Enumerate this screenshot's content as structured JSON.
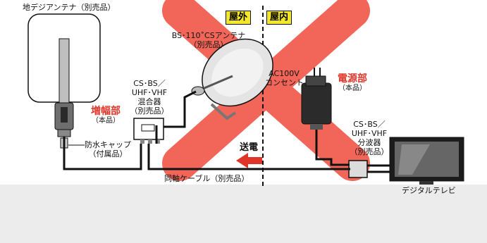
{
  "zones": {
    "outdoor": "屋外",
    "indoor": "屋内"
  },
  "terrestrial_antenna": {
    "label": "地デジアンテナ（別売品）"
  },
  "satellite_antenna": {
    "line1": "BS･110˚CSアンテナ",
    "line2": "（別売品）"
  },
  "amplifier": {
    "name": "増幅部",
    "note": "（本品）"
  },
  "waterproof_cap": {
    "line1": "防水キャップ",
    "line2": "（付属品）"
  },
  "mixer": {
    "line1": "CS･BS／",
    "line2": "UHF･VHF",
    "line3": "混合器",
    "line4": "（別売品）"
  },
  "outlet": {
    "line1": "AC100V",
    "line2": "コンセント"
  },
  "power_unit": {
    "name": "電源部",
    "note": "（本品）"
  },
  "splitter": {
    "line1": "CS･BS／",
    "line2": "UHF･VHF",
    "line3": "分波器",
    "line4": "（別売品）"
  },
  "tv": {
    "label": "デジタルテレビ"
  },
  "power_feed": {
    "label": "送電"
  },
  "cable": {
    "label": "同軸ケーブル（別売品）"
  },
  "colors": {
    "cross": "#f05a4a",
    "accent_red": "#e0362a",
    "tag_yellow": "#f4e629",
    "panel": "#ececec"
  }
}
